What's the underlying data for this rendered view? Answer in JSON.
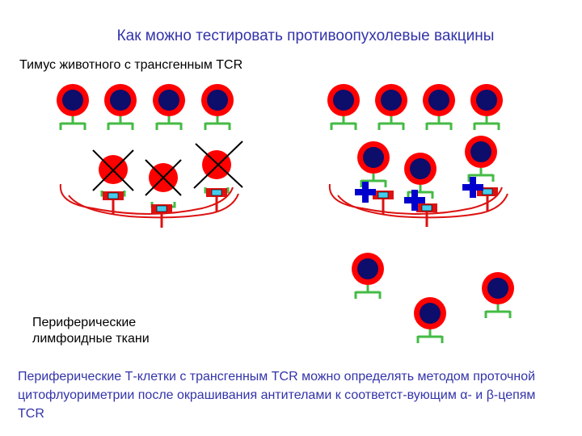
{
  "title": "Как можно тестировать противоопухолевые вакцины",
  "thymus_label": "Тимус животного с трансгенным TCR",
  "peripheral_label_line1": "Периферические",
  "peripheral_label_line2": "лимфоидные ткани",
  "caption": {
    "part1": "Периферические Т-клетки с трансгенным TCR можно определять методом проточной цитофлуориметрии после окрашивания антителами к соответст-вующим ",
    "alpha": "α",
    "part2": "- и ",
    "beta": "β",
    "part3": "-цепям TCR"
  },
  "colors": {
    "cell_outer": "#ff0000",
    "cell_nucleus": "#0d0d6b",
    "receptor": "#44bb44",
    "apc_outline": "#dd1111",
    "mhc_body": "#dd1111",
    "mhc_window": "#44ccee",
    "plus_sign": "#0000cc",
    "cross": "#000000"
  }
}
